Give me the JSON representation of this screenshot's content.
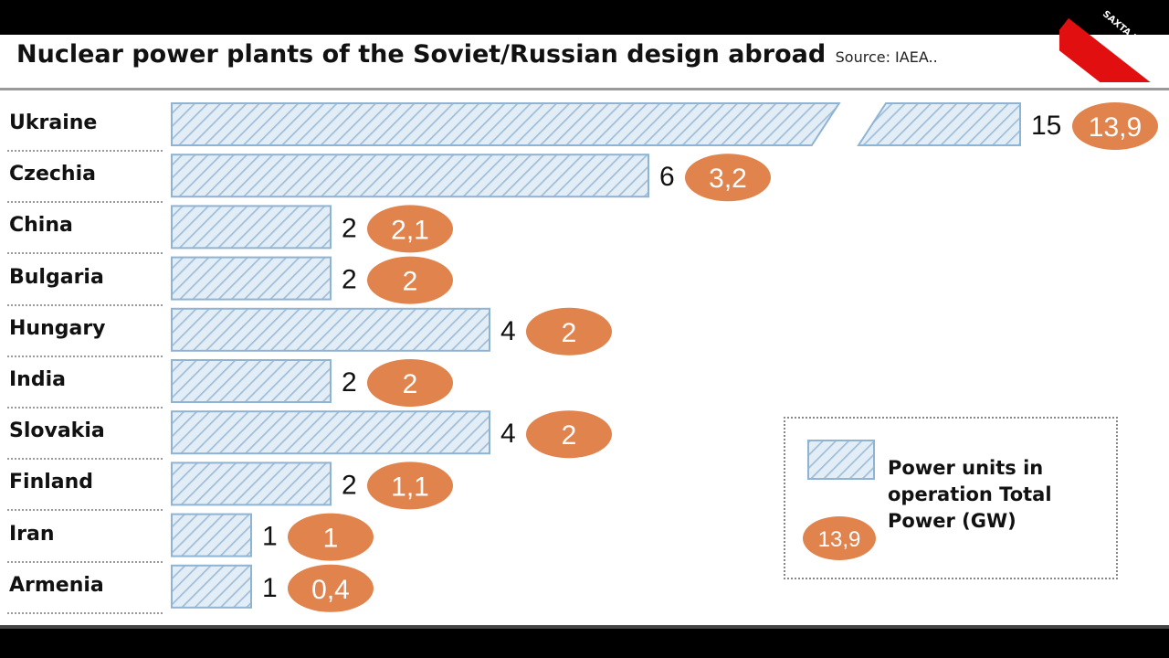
{
  "title": "Nuclear power plants of the Soviet/Russian design abroad",
  "source": "Source: IAEA..",
  "watermark": "SAXTA INFO",
  "legend": {
    "units_label": "Power units in operation Total Power (GW)",
    "power_example": "13,9"
  },
  "colors": {
    "bar_fill": "#e3edf6",
    "bar_hatch": "#9fbfda",
    "bar_border": "#8fb3d3",
    "power_badge": "#e0834d",
    "watermark_ribbon": "#e10f0f"
  },
  "chart_data": {
    "type": "bar",
    "orientation": "horizontal",
    "categories": [
      "Ukraine",
      "Czechia",
      "China",
      "Bulgaria",
      "Hungary",
      "India",
      "Slovakia",
      "Finland",
      "Iran",
      "Armenia"
    ],
    "series": [
      {
        "name": "Power units in operation",
        "values": [
          15,
          6,
          2,
          2,
          4,
          2,
          4,
          2,
          1,
          1
        ]
      },
      {
        "name": "Total Power (GW)",
        "values": [
          13.9,
          3.2,
          2.1,
          2,
          2,
          2,
          2,
          1.1,
          1,
          0.4
        ]
      }
    ],
    "power_labels": [
      "13,9",
      "3,2",
      "2,1",
      "2",
      "2",
      "2",
      "2",
      "1,1",
      "1",
      "0,4"
    ],
    "axis_break": true,
    "grid": false,
    "legend_position": "bottom-right"
  }
}
